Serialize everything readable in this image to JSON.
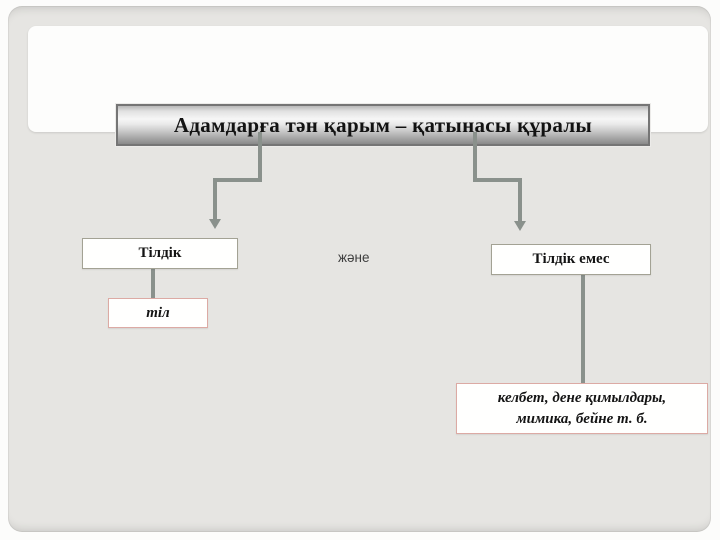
{
  "theme": {
    "slide_bg": "#e6e5e2",
    "panel_bg": "#fdfdfc",
    "line": "#8a918c",
    "node_border_gray": "#a3a294",
    "node_border_pink": "#dcaaa4",
    "title_border": "#757575",
    "text": "#141414"
  },
  "diagram": {
    "title": "Адамдарға тән қарым – қатынасы құралы",
    "conjunction": "және",
    "nodes": {
      "left_parent": {
        "label": "Тілдік"
      },
      "left_child": {
        "label": "тіл"
      },
      "right_parent": {
        "label": "Тілдік емес"
      },
      "right_child": {
        "line1": "келбет, дене қимылдары,",
        "line2": "мимика, бейне т. б."
      }
    }
  }
}
